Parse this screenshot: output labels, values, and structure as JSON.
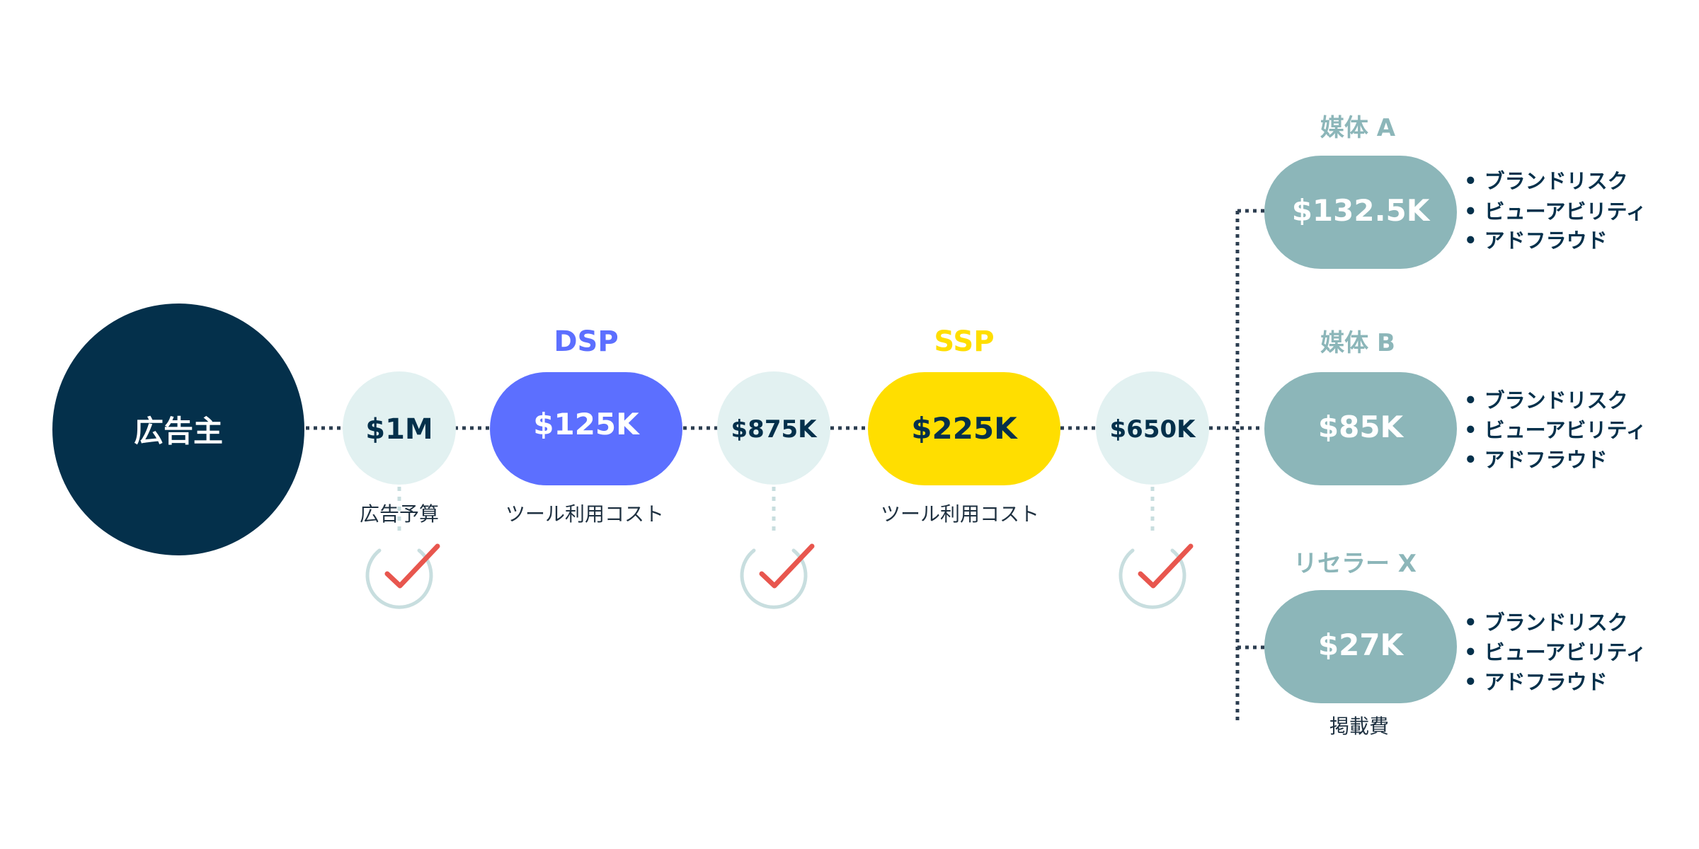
{
  "colors": {
    "navy": "#04304B",
    "light_bubble": "#E2F1F1",
    "dsp_blue": "#5C6FFF",
    "ssp_yellow": "#FFDE00",
    "publisher_teal": "#8CB6B9",
    "dotted_line": "#2C3E50",
    "check_red": "#E8564E",
    "check_circle": "#C8DEDF",
    "caption_text": "#1E3040"
  },
  "advertiser": {
    "label": "広告主"
  },
  "flow": {
    "budget": {
      "amount": "$1M",
      "caption": "広告予算"
    },
    "dsp": {
      "title": "DSP",
      "amount": "$125K",
      "caption": "ツール利用コスト"
    },
    "after_dsp": {
      "amount": "$875K"
    },
    "ssp": {
      "title": "SSP",
      "amount": "$225K",
      "caption": "ツール利用コスト"
    },
    "after_ssp": {
      "amount": "$650K"
    }
  },
  "publishers": [
    {
      "name": "媒体 A",
      "amount": "$132.5K",
      "risks": [
        "• ブランドリスク",
        "• ビューアビリティ",
        "• アドフラウド"
      ]
    },
    {
      "name": "媒体 B",
      "amount": "$85K",
      "risks": [
        "• ブランドリスク",
        "• ビューアビリティ",
        "• アドフラウド"
      ]
    },
    {
      "name": "リセラー X",
      "amount": "$27K",
      "risks": [
        "• ブランドリスク",
        "• ビューアビリティ",
        "• アドフラウド"
      ]
    }
  ],
  "publisher_caption": "掲載費",
  "icons": {
    "checkpoints": [
      "check-icon",
      "check-icon",
      "check-icon"
    ]
  }
}
